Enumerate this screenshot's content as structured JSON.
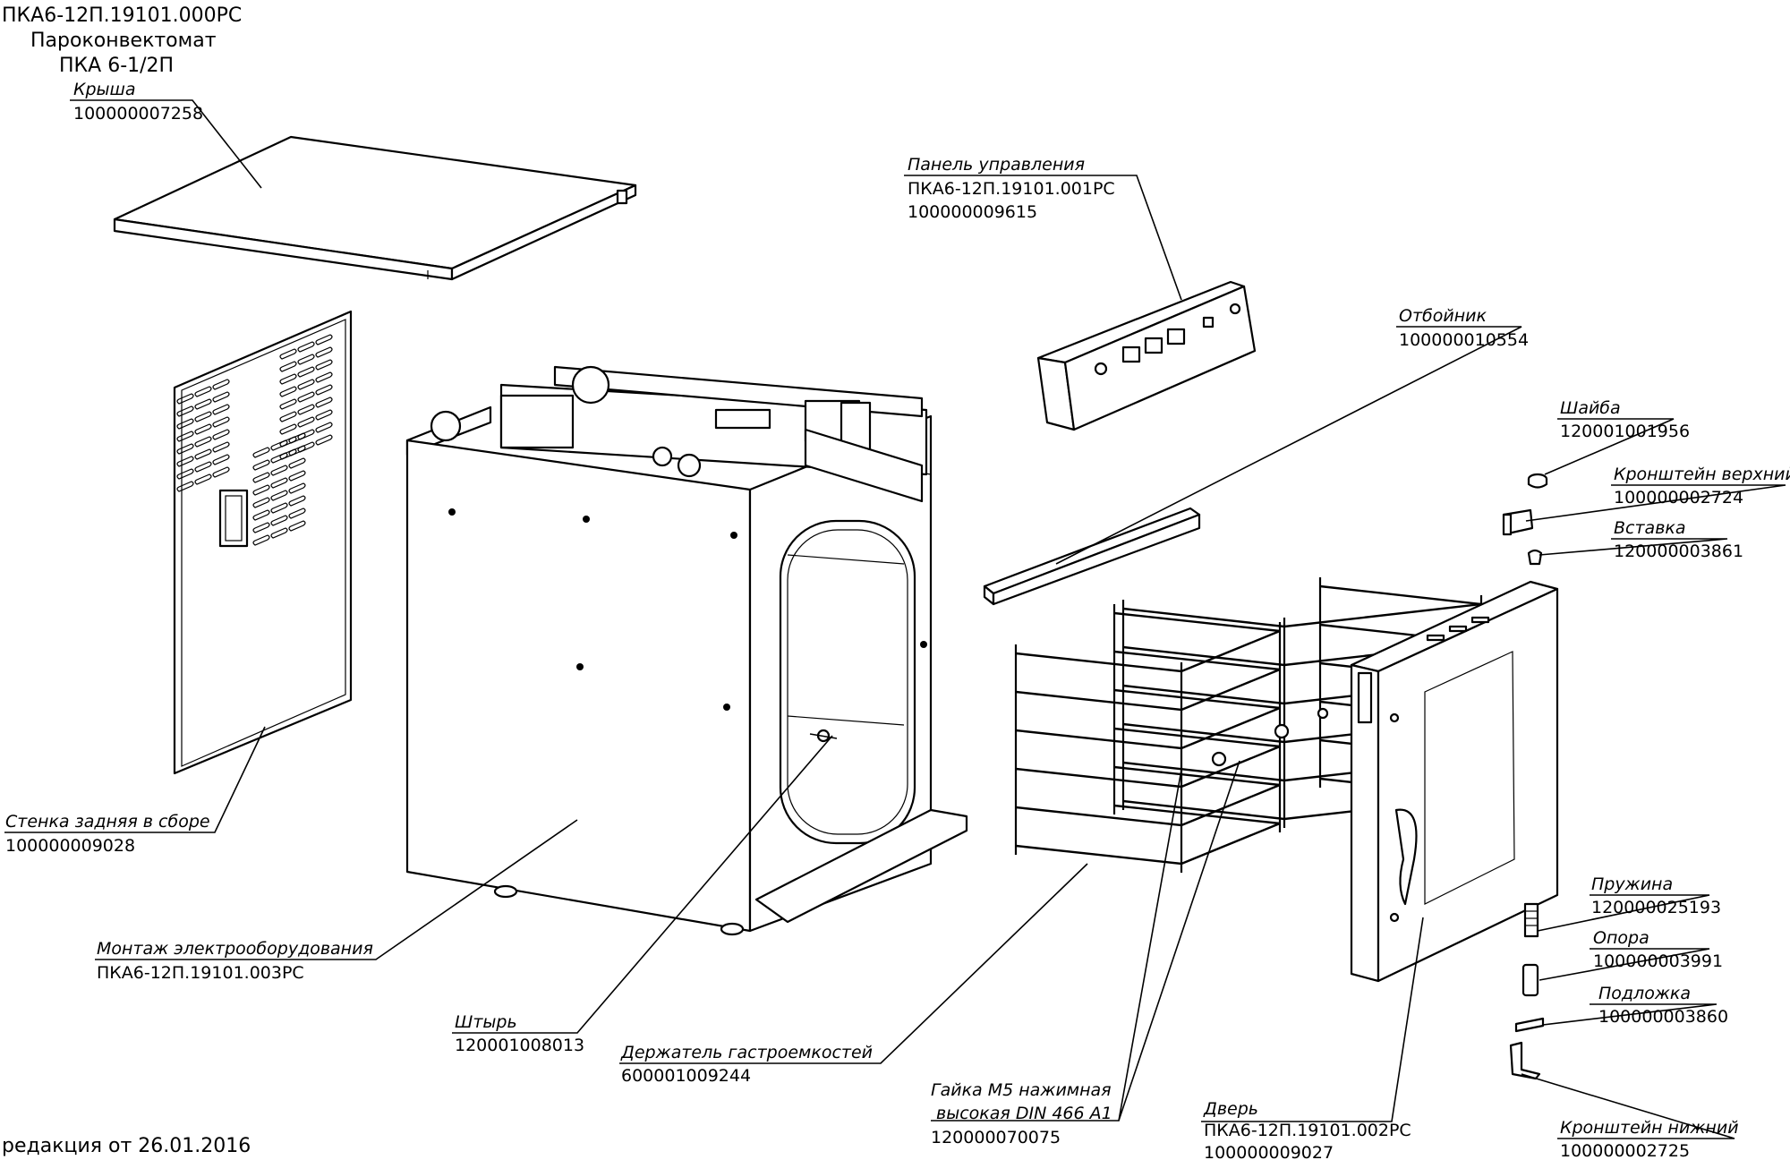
{
  "header": {
    "doc_code": "ПКА6-12П.19101.000РС",
    "product_line1": "Пароконвектомат",
    "product_line2": "ПКА 6-1/2П"
  },
  "footer": {
    "revision": "редакция от 26.01.2016"
  },
  "parts": [
    {
      "id": "roof",
      "name": "Крыша",
      "code": "100000007258"
    },
    {
      "id": "control-panel",
      "name": "Панель управления",
      "code2": "ПКА6-12П.19101.001РС",
      "code": "100000009615"
    },
    {
      "id": "deflector",
      "name": "Отбойник",
      "code": "100000010554"
    },
    {
      "id": "washer",
      "name": "Шайба",
      "code": "120001001956"
    },
    {
      "id": "upper-bracket",
      "name": "Кронштейн верхний",
      "code": "100000002724"
    },
    {
      "id": "insert",
      "name": "Вставка",
      "code": "120000003861"
    },
    {
      "id": "rear-wall",
      "name": "Стенка задняя в сборе",
      "code": "100000009028"
    },
    {
      "id": "electrical",
      "name": "Монтаж электрооборудования",
      "code": "ПКА6-12П.19101.003РС"
    },
    {
      "id": "pin",
      "name": "Штырь",
      "code": "120001008013"
    },
    {
      "id": "tray-holder",
      "name": "Держатель гастроемкостей",
      "code": "600001009244"
    },
    {
      "id": "nut",
      "name": "Гайка М5 нажимная",
      "name2": "высокая DIN 466 A1",
      "code": "120000070075"
    },
    {
      "id": "door",
      "name": "Дверь",
      "code2": "ПКА6-12П.19101.002РС",
      "code": "100000009027"
    },
    {
      "id": "spring",
      "name": "Пружина",
      "code": "120000025193"
    },
    {
      "id": "support",
      "name": "Опора",
      "code": "100000003991"
    },
    {
      "id": "pad",
      "name": "Подложка",
      "code": "100000003860"
    },
    {
      "id": "lower-bracket",
      "name": "Кронштейн нижний",
      "code": "100000002725"
    }
  ]
}
